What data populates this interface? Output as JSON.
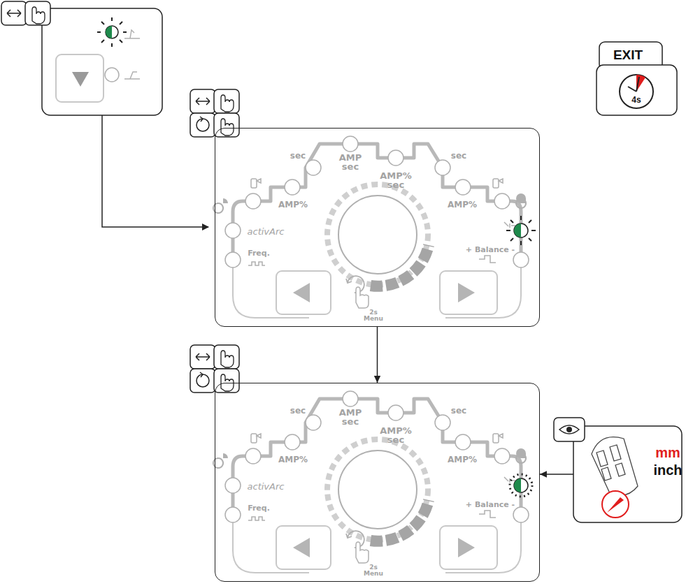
{
  "diagram": {
    "nodes": [
      {
        "text": [
          "EXIT",
          "4s"
        ]
      },
      {
        "text": [
          "sec",
          "AMP sec",
          "AMP% sec",
          "sec",
          "AMP%",
          "AMP%",
          "activArc",
          "Freq.",
          "+ Balance -",
          "2s Menu"
        ]
      },
      {
        "text": [
          "sec",
          "AMP sec",
          "AMP% sec",
          "sec",
          "AMP%",
          "AMP%",
          "activArc",
          "Freq.",
          "+ Balance -",
          "2s Menu"
        ]
      },
      {
        "text": [
          "mm",
          "inch"
        ]
      }
    ],
    "edges": [
      {
        "from": 1,
        "to": 2,
        "arrow": "to"
      },
      {
        "from": 3,
        "to": 2,
        "arrow": "to"
      }
    ]
  }
}
